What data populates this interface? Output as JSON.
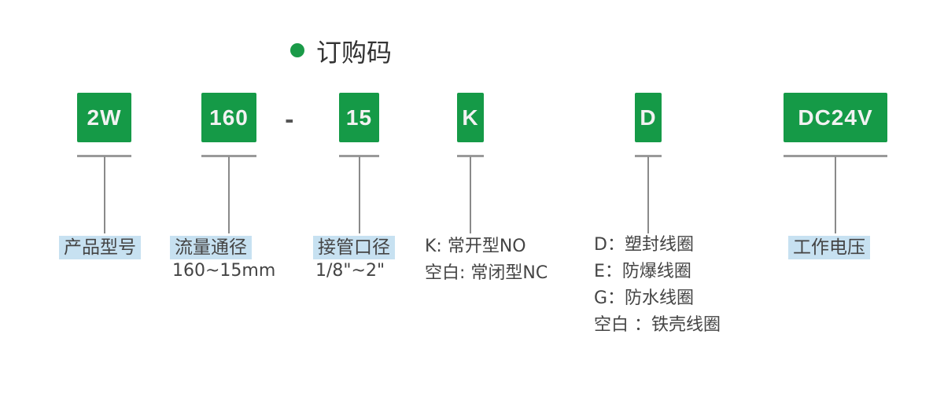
{
  "title": "订购码",
  "separator": "-",
  "codes": [
    {
      "code": "2W",
      "label": "产品型号"
    },
    {
      "code": "160",
      "label": "流量通径",
      "detail": "160~15mm"
    },
    {
      "code": "15",
      "label": "接管口径",
      "detail": "1/8\"~2\""
    },
    {
      "code": "K",
      "options": [
        "K: 常开型NO",
        "空白: 常闭型NC"
      ]
    },
    {
      "code": "D",
      "options": [
        "D：塑封线圈",
        "E：防爆线圈",
        "G：防水线圈",
        "空白 ：铁壳线圈"
      ]
    },
    {
      "code": "DC24V",
      "label": "工作电压"
    }
  ],
  "colors": {
    "accent": "#159a47",
    "label_bg": "#c7e1f1"
  }
}
